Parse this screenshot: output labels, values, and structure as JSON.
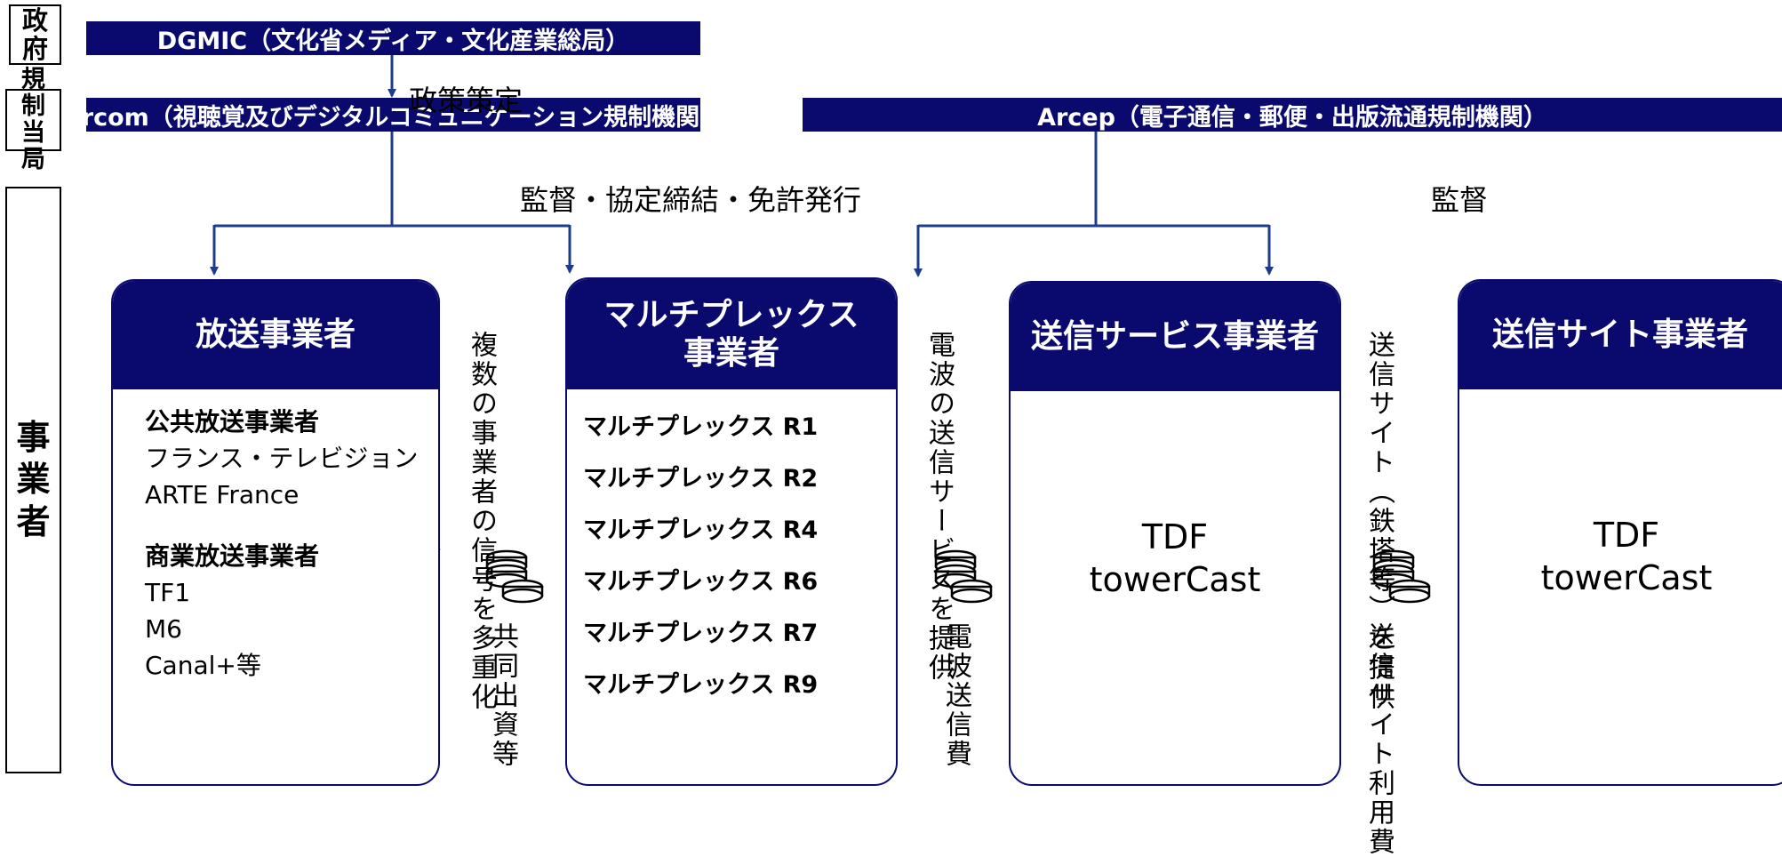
{
  "tiers": {
    "government": "政 府",
    "regulator": "規 制 当 局",
    "operators": "事 業 者"
  },
  "dgmic": "DGMIC（文化省メディア・文化産業総局）",
  "policy_label": "政策策定",
  "arcom": "Arcom（視聴覚及びデジタルコミュニケーション規制機関）",
  "arcom_label": "監督・協定締結・免許発行",
  "arcep": "Arcep（電子通信・郵便・出版流通規制機関）",
  "arcep_label": "監督",
  "broadcaster": {
    "title": "放送事業者",
    "public_heading": "公共放送事業者",
    "public_items": [
      "フランス・テレビジョン",
      "ARTE France"
    ],
    "commercial_heading": "商業放送事業者",
    "commercial_items": [
      "TF1",
      "M6",
      "Canal+等"
    ]
  },
  "multiplex": {
    "title_line1": "マルチプレックス",
    "title_line2": "事業者",
    "items": [
      "マルチプレックス R1",
      "マルチプレックス R2",
      "マルチプレックス R4",
      "マルチプレックス R6",
      "マルチプレックス R7",
      "マルチプレックス R9"
    ]
  },
  "transmission": {
    "title": "送信サービス事業者",
    "line1": "TDF",
    "line2": "towerCast"
  },
  "site": {
    "title": "送信サイト事業者",
    "line1": "TDF",
    "line2": "towerCast"
  },
  "flows": {
    "mux_to_broadcaster_col1": "複数の事業者の",
    "mux_to_broadcaster_col2": "信号を多重化",
    "broadcaster_to_mux": "共同出資等",
    "svc_to_mux_col1": "電波の送信",
    "svc_to_mux_col2": "サービスを提供",
    "mux_to_svc": "電波送信費",
    "site_to_svc_col1": "送信サイト",
    "site_to_svc_col2": "（鉄塔等）を提供",
    "svc_to_site_col1": "送信サイト",
    "svc_to_site_col2": "利用費"
  },
  "icons": [
    "coins-icon"
  ],
  "colors": {
    "navy": "#0a0a6e",
    "line": "#1f3c8c"
  }
}
